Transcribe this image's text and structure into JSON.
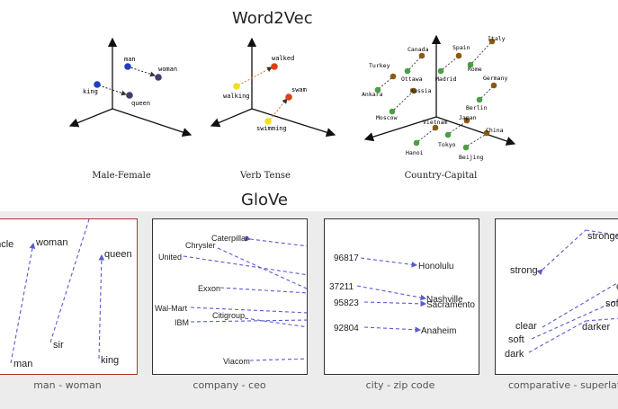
{
  "word2vec": {
    "title": "Word2Vec",
    "male_female": {
      "caption": "Male-Female",
      "words": [
        "man",
        "woman",
        "king",
        "queen"
      ]
    },
    "verb_tense": {
      "caption": "Verb Tense",
      "words": [
        "walked",
        "walking",
        "swam",
        "swimming"
      ]
    },
    "country_capital": {
      "caption": "Country-Capital",
      "words": [
        "Canada",
        "Spain",
        "Italy",
        "Turkey",
        "Ottawa",
        "Madrid",
        "Rome",
        "Ankara",
        "Russia",
        "Germany",
        "Berlin",
        "Moscow",
        "Vietnam",
        "Japan",
        "China",
        "Hanoi",
        "Tokyo",
        "Beijing"
      ]
    }
  },
  "glove": {
    "title": "GloVe",
    "panels": [
      {
        "caption": "man - woman",
        "words": [
          "uncle",
          "woman",
          "queen",
          "sir",
          "man",
          "king"
        ]
      },
      {
        "caption": "company - ceo",
        "words": [
          "Caterpillar",
          "Chrysler",
          "United",
          "Exxon",
          "Wal-Mart",
          "Citigroup",
          "IBM",
          "Viacom"
        ]
      },
      {
        "caption": "city - zip code",
        "words": [
          "96817",
          "Honolulu",
          "37211",
          "95823",
          "Nashville",
          "Sacramento",
          "92804",
          "Anaheim"
        ]
      },
      {
        "caption": "comparative - superlative",
        "words": [
          "stronger",
          "strong",
          "c",
          "sof",
          "clear",
          "soft",
          "darker",
          "dark"
        ]
      }
    ]
  },
  "colors": {
    "dot_blue": "#1f3fbf",
    "dot_purple": "#4b3a6b",
    "dot_yellow": "#f0e020",
    "dot_red": "#e04010",
    "dot_brown": "#8b5a10",
    "dot_green": "#4aa040",
    "arrow_blue": "#5a5ad0"
  }
}
